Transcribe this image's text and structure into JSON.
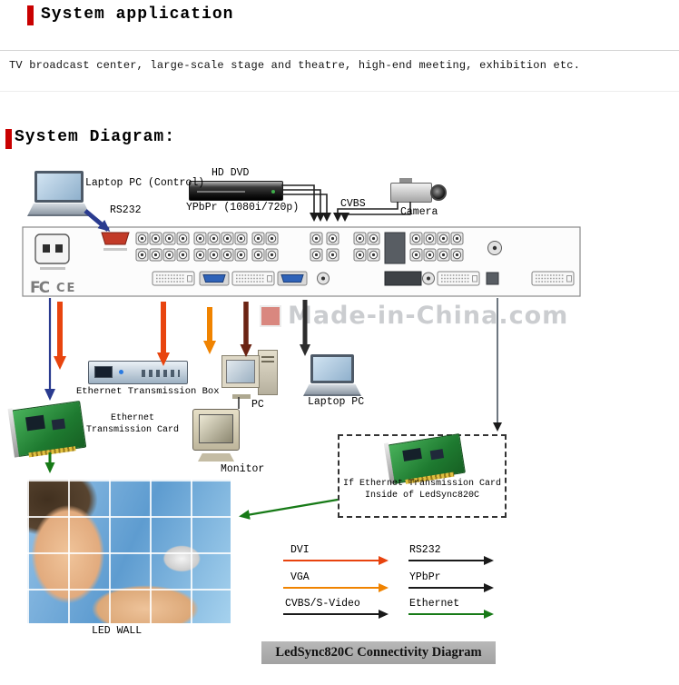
{
  "header": {
    "section1": "System application",
    "intro": "TV broadcast center, large-scale stage and theatre, high-end meeting, exhibition etc.",
    "section2": "System Diagram:"
  },
  "diagram": {
    "watermark": "Made-in-China.com",
    "nodes": {
      "laptop_control": "Laptop PC (Control)",
      "rs232": "RS232",
      "hd_dvd": "HD DVD",
      "ypbpr": "YPbPr (1080i/720p)",
      "cvbs": "CVBS",
      "camera": "Camera",
      "ethernet_box": "Ethernet Transmission Box",
      "pc": "PC",
      "laptop_pc": "Laptop PC",
      "ethernet_card_line1": "Ethernet",
      "ethernet_card_line2": "Transmission Card",
      "monitor": "Monitor",
      "note_line1": "If Ethernet Transmission Card",
      "note_line2": "Inside of LedSync820C",
      "led_wall": "LED WALL"
    },
    "processor": {
      "fcc_mark": "FC",
      "ce_mark": "CE"
    },
    "legend": {
      "left": [
        {
          "label": "DVI",
          "color": "#e8430e"
        },
        {
          "label": "VGA",
          "color": "#f08300"
        },
        {
          "label": "CVBS/S-Video",
          "color": "#1a1a1a"
        }
      ],
      "right": [
        {
          "label": "RS232",
          "color": "#1a1a1a"
        },
        {
          "label": "YPbPr",
          "color": "#1a1a1a"
        },
        {
          "label": "Ethernet",
          "color": "#177a17"
        }
      ]
    },
    "caption": "LedSync820C Connectivity Diagram"
  }
}
